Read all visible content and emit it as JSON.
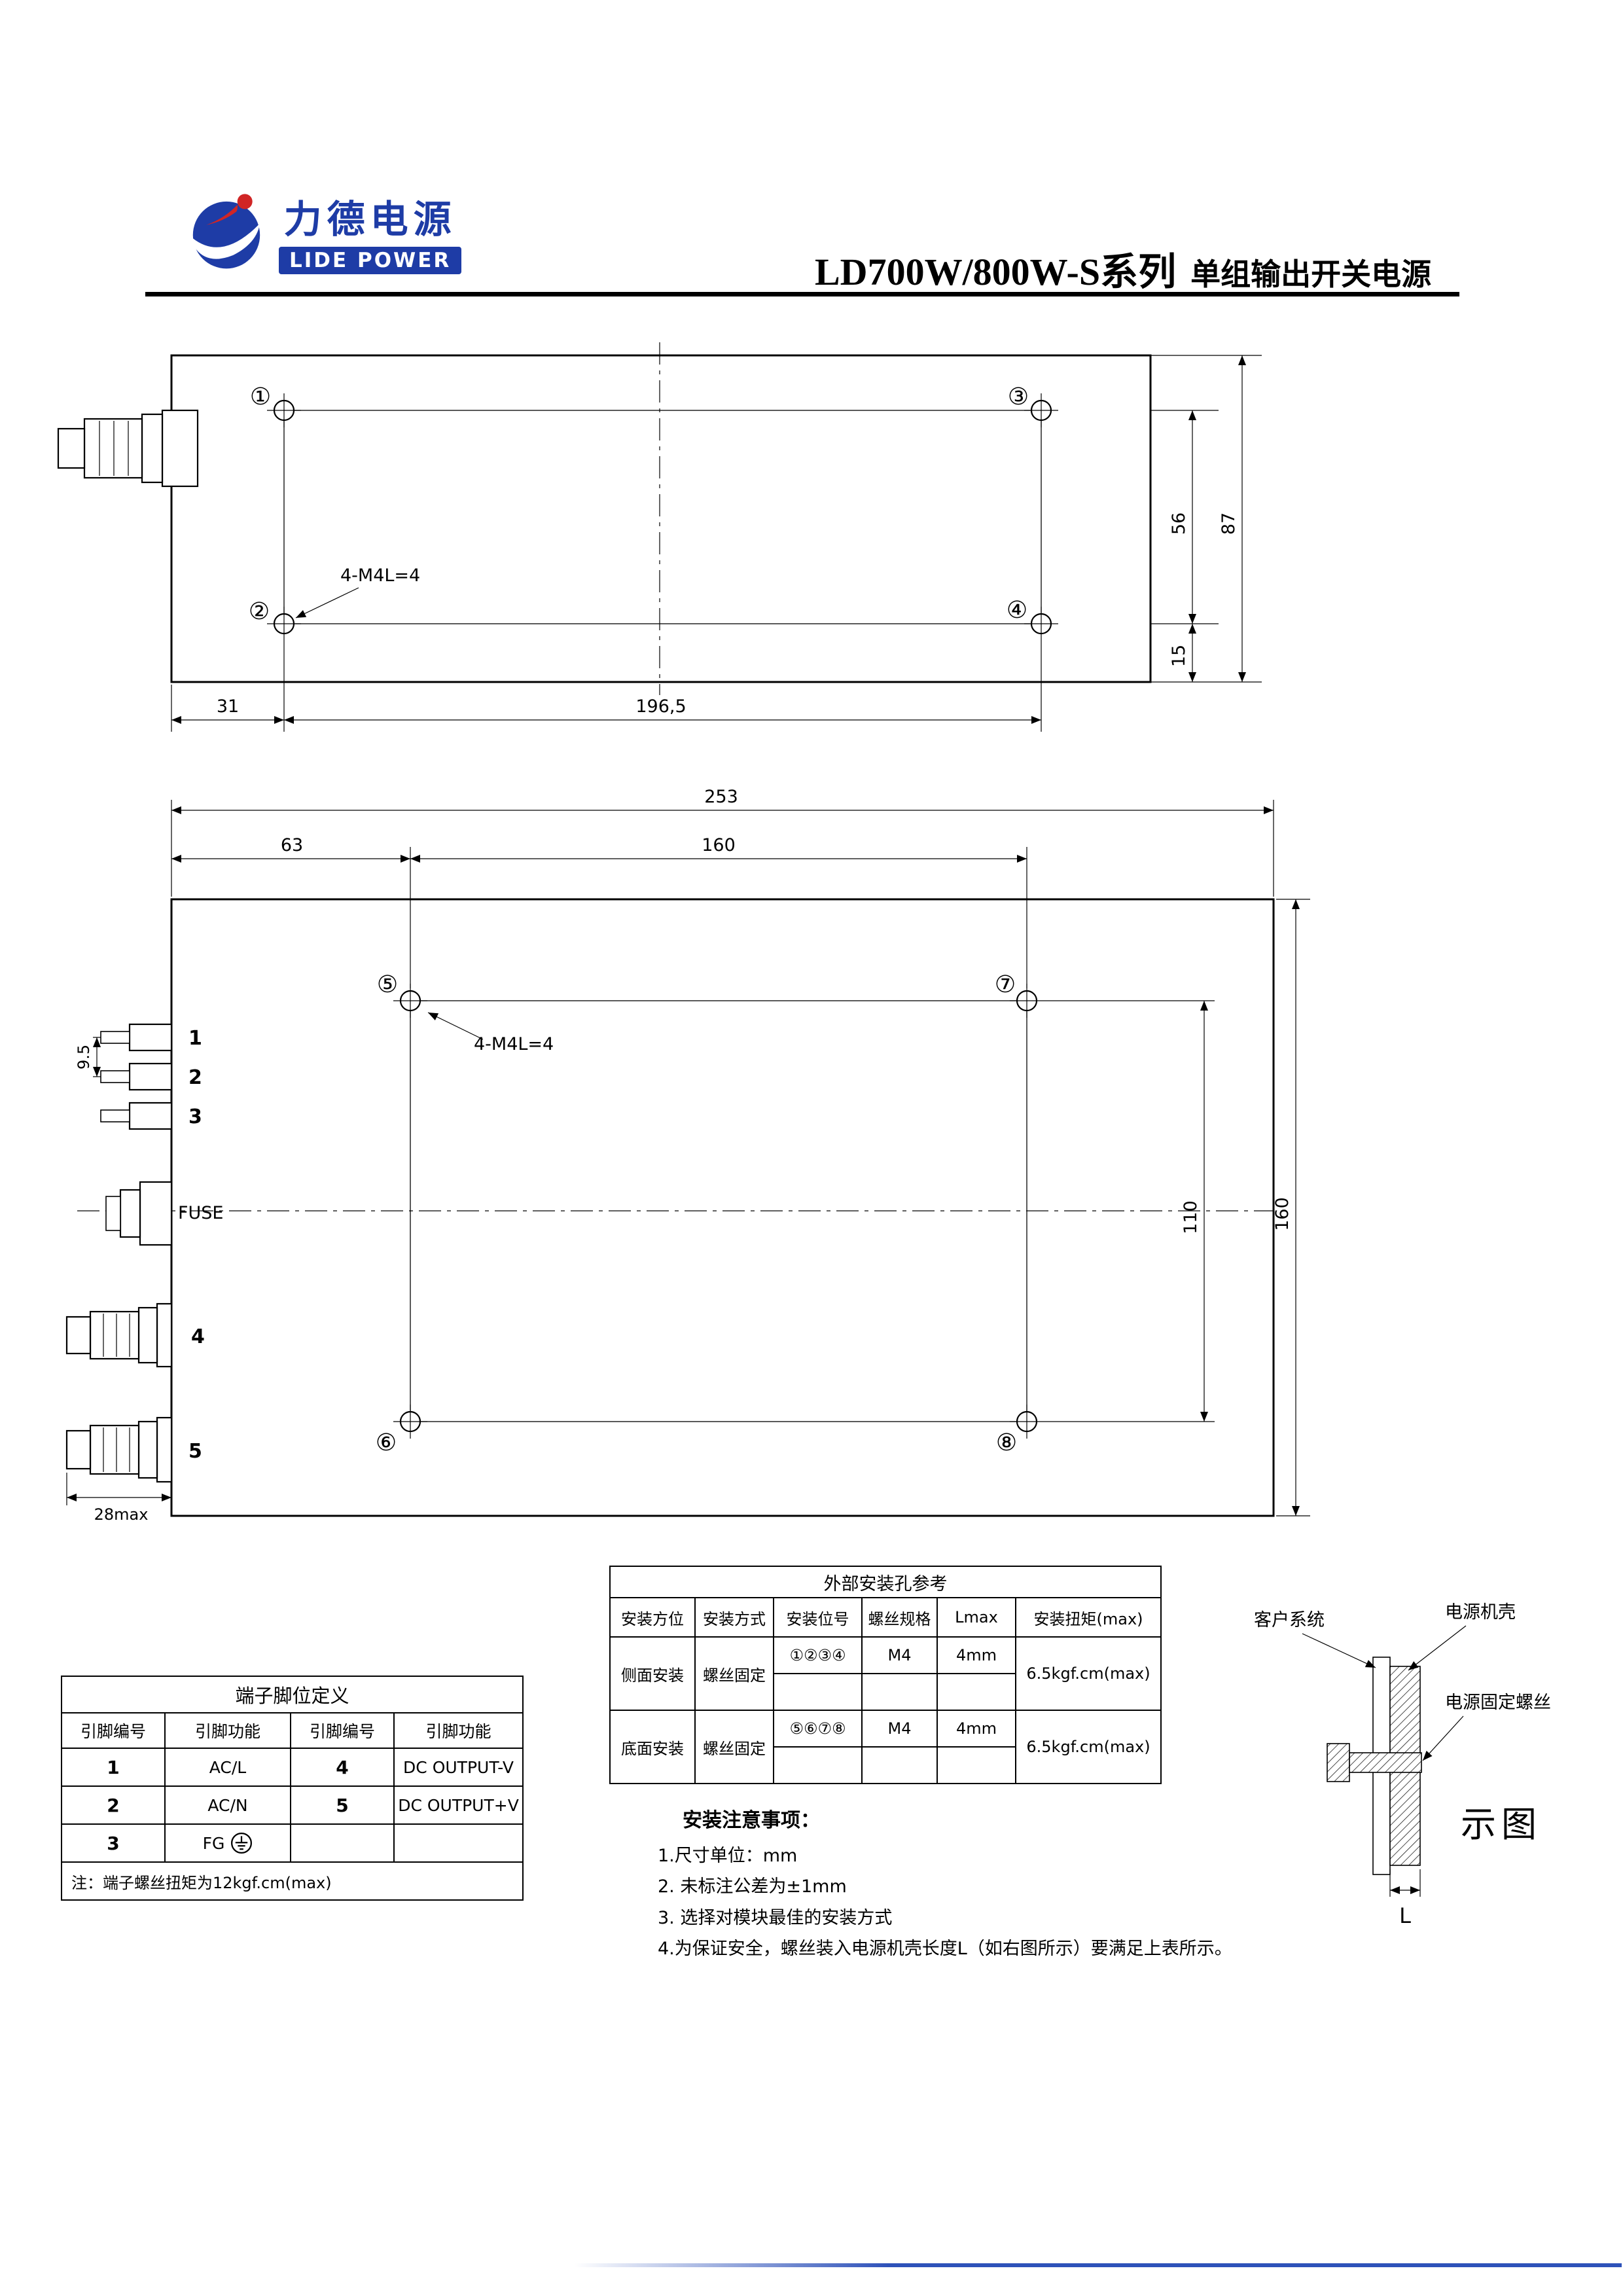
{
  "header": {
    "brand_cn": "力德电源",
    "brand_en": "LIDE POWER",
    "title_model": "LD700W/800W-S系列",
    "title_desc": "单组输出开关电源"
  },
  "top_view": {
    "holes": [
      "①",
      "②",
      "③",
      "④"
    ],
    "screw_note": "4-M4L=4",
    "dims": {
      "inner_h": "56",
      "total_h": "87",
      "bottom_h": "15",
      "left_w": "31",
      "span_w": "196,5"
    }
  },
  "bottom_view": {
    "holes": [
      "⑤",
      "⑥",
      "⑦",
      "⑧"
    ],
    "screw_note": "4-M4L=4",
    "pins": [
      "1",
      "2",
      "3",
      "4",
      "5"
    ],
    "fuse": "FUSE",
    "dims": {
      "total_w": "253",
      "left_w": "63",
      "mid_w": "160",
      "pitch": "9.5",
      "holes_h": "110",
      "total_h": "160",
      "protrude": "28max"
    }
  },
  "mount_table": {
    "title": "外部安装孔参考",
    "headers": [
      "安装方位",
      "安装方式",
      "安装位号",
      "螺丝规格",
      "Lmax",
      "安装扭矩(max)"
    ],
    "rows": [
      {
        "position": "侧面安装",
        "method": "螺丝固定",
        "holes": "①②③④",
        "spec": "M4",
        "lmax": "4mm",
        "torque": "6.5kgf.cm(max)"
      },
      {
        "position": "底面安装",
        "method": "螺丝固定",
        "holes": "⑤⑥⑦⑧",
        "spec": "M4",
        "lmax": "4mm",
        "torque": "6.5kgf.cm(max)"
      }
    ]
  },
  "pin_table": {
    "title": "端子脚位定义",
    "headers": [
      "引脚编号",
      "引脚功能",
      "引脚编号",
      "引脚功能"
    ],
    "rows": [
      [
        "1",
        "AC/L",
        "4",
        "DC OUTPUT-V"
      ],
      [
        "2",
        "AC/N",
        "5",
        "DC OUTPUT+V"
      ],
      [
        "3",
        "FG",
        "",
        ""
      ]
    ],
    "note": "注：端子螺丝扭矩为12kgf.cm(max)"
  },
  "notes": {
    "title": "安装注意事项：",
    "items": [
      "1.尺寸单位：mm",
      "2. 未标注公差为±1mm",
      "3. 选择对模块最佳的安装方式",
      "4.为保证安全，螺丝装入电源机壳长度L（如右图所示）要满足上表所示。"
    ]
  },
  "side_diagram": {
    "customer_label": "客户系统",
    "housing_label": "电源机壳",
    "screw_label": "电源固定螺丝",
    "caption": "示图",
    "length_label": "L"
  }
}
